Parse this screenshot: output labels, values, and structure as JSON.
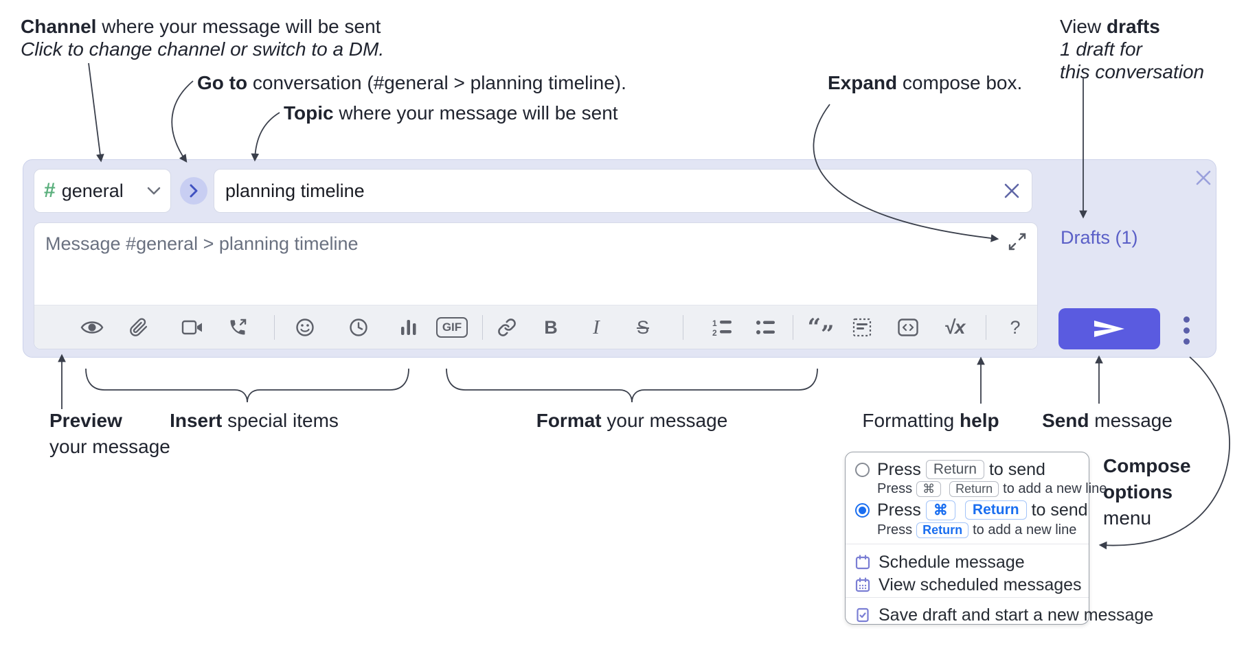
{
  "annotations": {
    "channel": {
      "bold": "Channel",
      "rest": " where your message will be sent",
      "line2": "Click to change channel or switch to a DM."
    },
    "goto": {
      "bold": "Go to",
      "rest": " conversation (#general > planning timeline)."
    },
    "topic": {
      "bold": "Topic",
      "rest": " where your message will be sent"
    },
    "expand": {
      "bold": "Expand",
      "rest": " compose box."
    },
    "drafts": {
      "pre": "View ",
      "bold": "drafts",
      "line2": "1 draft for",
      "line3": "this conversation"
    },
    "preview": {
      "bold": "Preview",
      "line2": "your message"
    },
    "insert": {
      "bold": "Insert",
      "rest": " special items"
    },
    "format": {
      "bold": "Format",
      "rest": " your message"
    },
    "help": {
      "pre": "Formatting ",
      "bold": "help"
    },
    "send": {
      "bold": "Send",
      "rest": " message"
    },
    "compose_options": {
      "line1": "Compose",
      "line2": "options",
      "line3": "menu"
    }
  },
  "compose": {
    "hash": "#",
    "channel_name": "general",
    "topic_value": "planning timeline",
    "message_placeholder": "Message #general > planning timeline",
    "drafts_link": "Drafts (1)",
    "toolbar": {
      "gif": "GIF",
      "bold": "B",
      "italic": "I",
      "strike": "S",
      "quote_open": "“",
      "quote_close": "”",
      "sqrt": "√x",
      "help": "?"
    }
  },
  "menu": {
    "option1": {
      "press": "Press",
      "key1": "Return",
      "suffix": "to send",
      "sub_press": "Press",
      "sub_key1": "⌘",
      "sub_key2": "Return",
      "sub_suffix": "to add a new line"
    },
    "option2": {
      "press": "Press",
      "key1": "⌘",
      "key2": "Return",
      "suffix": "to send",
      "sub_press": "Press",
      "sub_key1": "Return",
      "sub_suffix": "to add a new line"
    },
    "items": [
      {
        "label": "Schedule message"
      },
      {
        "label": "View scheduled messages"
      },
      {
        "label": "Save draft and start a new message"
      }
    ]
  },
  "colors": {
    "container": "#e2e5f4",
    "accent_send": "#5a5be0",
    "hash_green": "#5aaf7c",
    "drafts_link": "#5a5fc7",
    "selected_key": "#1a6ef0",
    "menu_icon": "#7a7ed4",
    "toolbar_icon": "#5d6069",
    "annotation_text": "#20242f"
  }
}
